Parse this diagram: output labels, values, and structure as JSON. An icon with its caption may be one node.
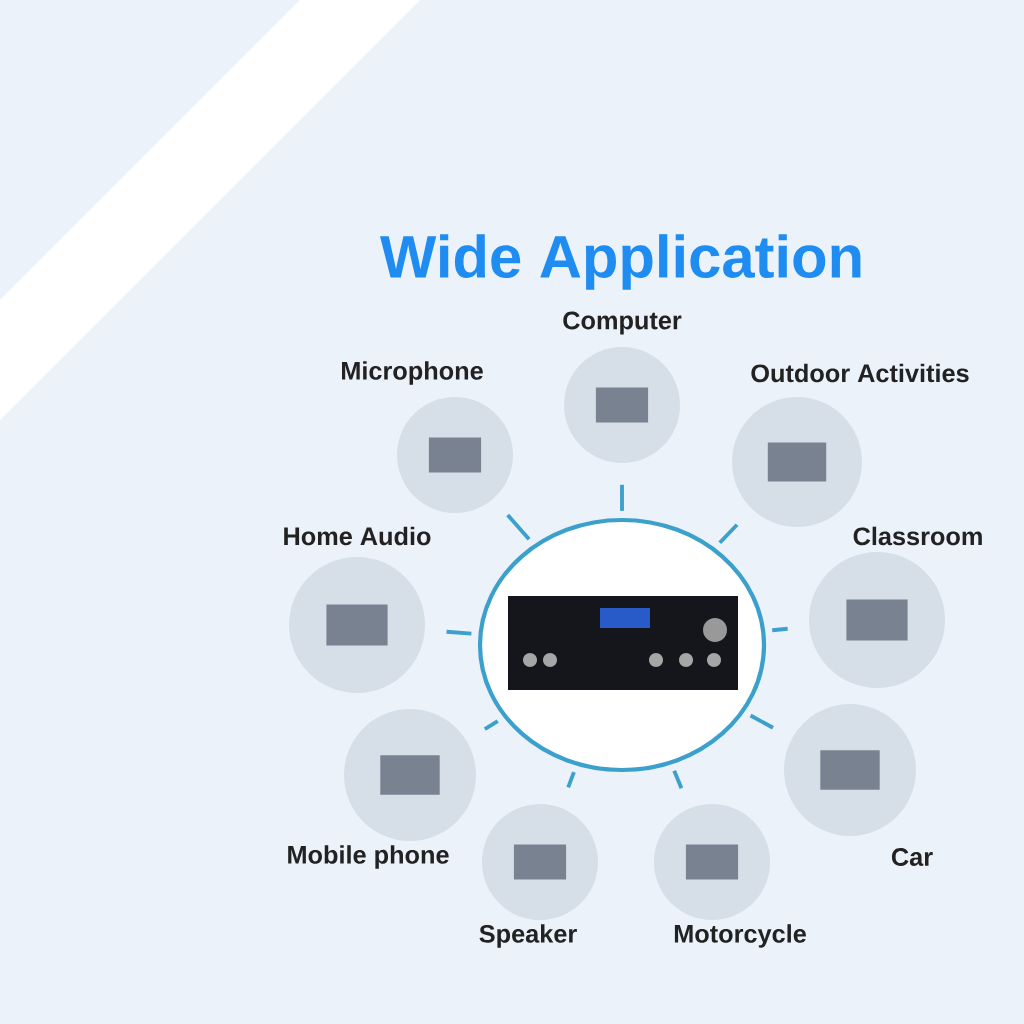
{
  "diagram": {
    "title": "Wide Application",
    "nodes": [
      {
        "text": [],
        "shape": "circle"
      },
      {
        "text": [
          "Computer"
        ]
      },
      {
        "text": [
          "Microphone"
        ]
      },
      {
        "text": [
          "Outdoor Activities"
        ]
      },
      {
        "text": [
          "Home Audio"
        ]
      },
      {
        "text": [
          "Classroom"
        ]
      },
      {
        "text": [
          "Mobile phone"
        ]
      },
      {
        "text": [
          "Car"
        ]
      },
      {
        "text": [
          "Speaker"
        ]
      },
      {
        "text": [
          "Motorcycle"
        ]
      }
    ],
    "edges": [
      {
        "from": 0,
        "to": 1,
        "arrow": "none"
      },
      {
        "from": 0,
        "to": 2,
        "arrow": "none"
      },
      {
        "from": 0,
        "to": 3,
        "arrow": "none"
      },
      {
        "from": 0,
        "to": 4,
        "arrow": "none"
      },
      {
        "from": 0,
        "to": 5,
        "arrow": "none"
      },
      {
        "from": 0,
        "to": 6,
        "arrow": "none"
      },
      {
        "from": 0,
        "to": 7,
        "arrow": "none"
      },
      {
        "from": 0,
        "to": 8,
        "arrow": "none"
      },
      {
        "from": 0,
        "to": 9,
        "arrow": "none"
      }
    ]
  }
}
